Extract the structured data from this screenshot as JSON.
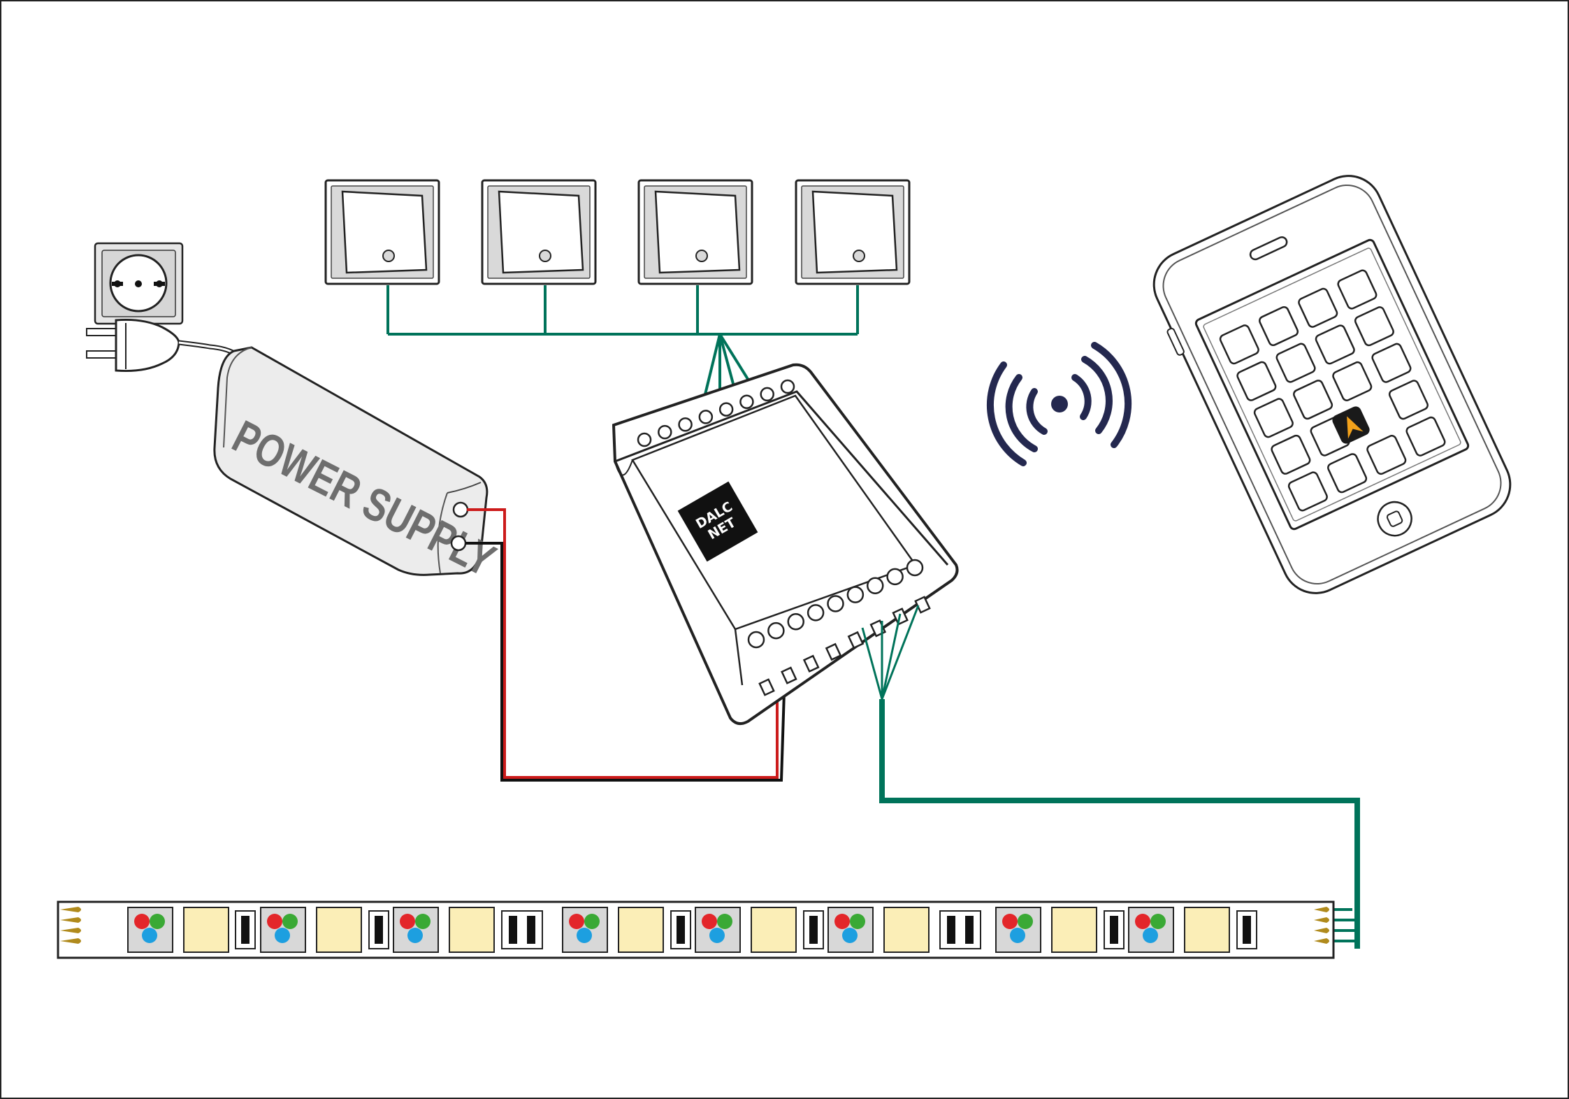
{
  "power_supply": {
    "label": "POWER SUPPLY"
  },
  "controller": {
    "logo_line1": "DALC",
    "logo_line2": "NET"
  },
  "switches": [
    {
      "id": 1
    },
    {
      "id": 2
    },
    {
      "id": 3
    },
    {
      "id": 4
    }
  ],
  "colors": {
    "wire_signal": "#00735a",
    "wire_positive": "#cc1b1b",
    "wire_negative": "#111111",
    "wireless": "#24284f",
    "led_red": "#e3262a",
    "led_green": "#3aa935",
    "led_blue": "#1d9fe0",
    "warm_white": "#fbeeb7",
    "strip_contact": "#b08a1c"
  },
  "icons": [
    "wall-socket-icon",
    "plug-icon",
    "wireless-signal-icon",
    "smartphone-icon",
    "app-icon"
  ]
}
